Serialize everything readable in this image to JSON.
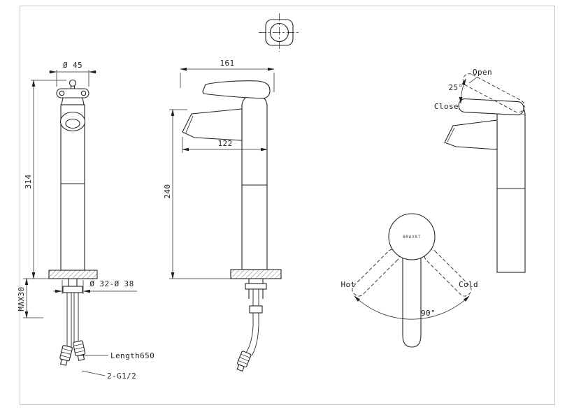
{
  "front_view": {
    "dim_top_diameter": "Ø 45",
    "dim_total_height": "314",
    "dim_max_thickness": "MAX30",
    "dim_mount_hole": "Ø 32-Ø 38",
    "label_hose_length": "Length650",
    "label_thread": "2-G1/2"
  },
  "side_view": {
    "dim_overall_width": "161",
    "dim_spout_reach": "122",
    "dim_spout_height": "240"
  },
  "angle_view": {
    "label_open": "Open",
    "label_close": "Close",
    "dim_angle": "25°"
  },
  "rotation_view": {
    "label_hot": "Hot",
    "label_cold": "Cold",
    "dim_angle": "90°",
    "brand": "BRAVAT"
  }
}
